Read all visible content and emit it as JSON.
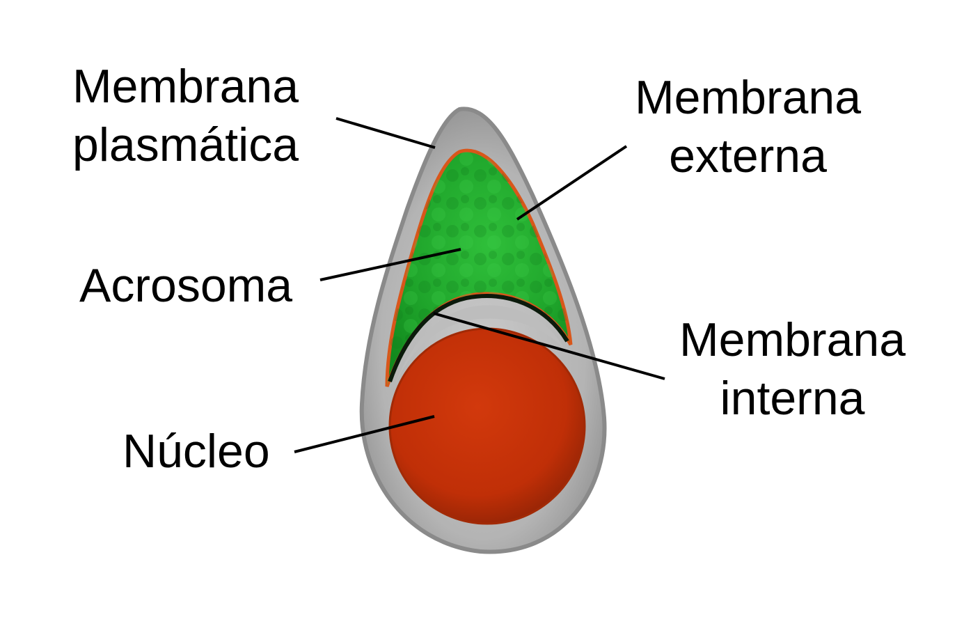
{
  "diagram": {
    "labels": {
      "plasma_membrane": [
        "Membrana",
        "plasmática"
      ],
      "outer_membrane": [
        "Membrana",
        "externa"
      ],
      "acrosome": "Acrosoma",
      "inner_membrane": [
        "Membrana",
        "interna"
      ],
      "nucleus": "Núcleo"
    },
    "colors": {
      "membrane_gray": "#9a9a9a",
      "membrane_gray_light": "#c4c4c4",
      "acrosome_green": "#1fb52c",
      "acrosome_outline": "#d9561a",
      "nucleus_red": "#c83208",
      "nucleus_dark": "#8f2305",
      "leader_line": "#000000"
    }
  }
}
